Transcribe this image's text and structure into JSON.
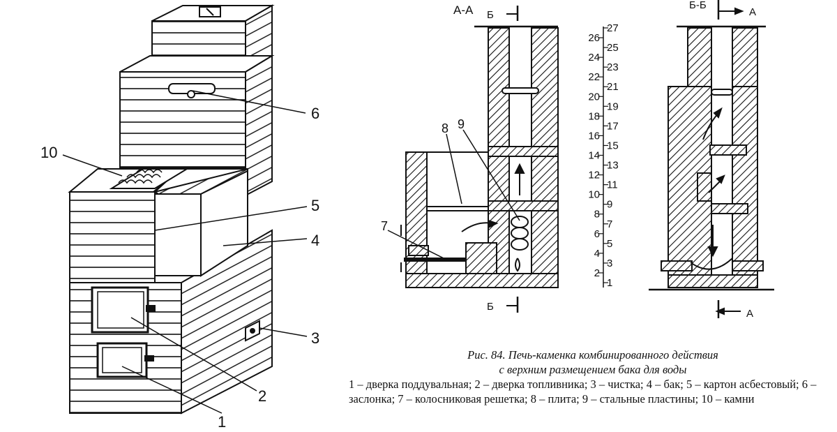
{
  "figure": {
    "labels_left": [
      "1",
      "2",
      "3",
      "4",
      "5",
      "6",
      "10"
    ],
    "labels_middle": [
      "7",
      "8",
      "9"
    ],
    "section_aa": "А-А",
    "section_bb": "Б-Б",
    "mark_b": "Б",
    "mark_a": "А",
    "scale_left": [
      "2",
      "4",
      "6",
      "8",
      "10",
      "12",
      "14",
      "16",
      "18",
      "20",
      "22",
      "24",
      "26"
    ],
    "scale_right": [
      "1",
      "3",
      "5",
      "7",
      "9",
      "11",
      "13",
      "15",
      "17",
      "19",
      "21",
      "23",
      "25",
      "27"
    ]
  },
  "caption": {
    "title_line1": "Рис. 84. Печь-каменка комбинированного действия",
    "title_line2": "с верхним размещением бака для воды",
    "legend": "1 – дверка поддувальная; 2 – дверка топливника; 3 – чистка; 4 – бак; 5 – картон асбестовый; 6 – заслонка; 7 – колосниковая решетка; 8 – плита; 9 – стальные пластины; 10 – камни"
  }
}
